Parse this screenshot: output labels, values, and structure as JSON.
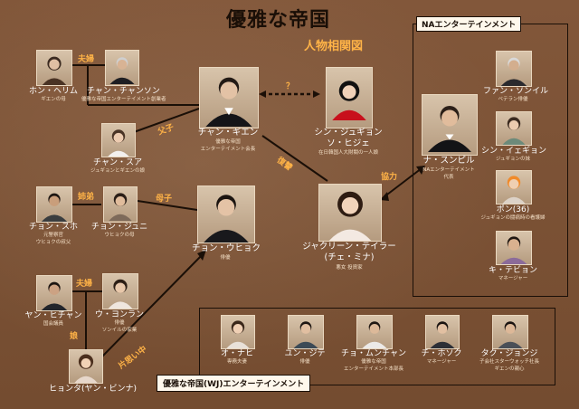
{
  "header": {
    "title": "優雅な帝国",
    "subtitle": "人物相関図"
  },
  "groups": {
    "na": "NAエンターテインメント",
    "wj": "優雅な帝国(WJ)エンターテインメント"
  },
  "relations": {
    "couple_top": "夫婦",
    "father_son": "父子",
    "siblings": "姉弟",
    "mother_son": "母子",
    "couple_bottom": "夫婦",
    "daughter": "娘",
    "one_sided_love": "片思い中",
    "question": "？",
    "revenge": "復讐",
    "cooperation": "協力"
  },
  "people": {
    "hon_heriyumu": {
      "name": "ホン・ヘリム",
      "desc": "ギエンの母"
    },
    "chan_chanson": {
      "name": "チャン・チャンソン",
      "desc": "優雅な帝国エンターテイメント創業者"
    },
    "chan_suaa": {
      "name": "チャン・スア",
      "desc": "ジュギョンとギエンの娘"
    },
    "chan_gien": {
      "name": "チャン・ギエン",
      "desc1": "優雅な帝国",
      "desc2": "エンターテイメント会長"
    },
    "shin_jugyon": {
      "name1": "シン・ジュギョン",
      "name2": "ソ・ヒジェ",
      "desc": "在日韓国人大財閥の一人娘"
    },
    "na_sunpiru": {
      "name": "ナ・スンピル",
      "desc1": "NAエンターテイメント",
      "desc2": "代表"
    },
    "chon_suho": {
      "name": "チョン・スホ",
      "desc1": "元警察官",
      "desc2": "ウヒョクの叔父"
    },
    "chon_juni": {
      "name": "チョン・ジュニ",
      "desc": "ウヒョクの母"
    },
    "chon_uhyoku": {
      "name": "チョン・ウヒョク",
      "desc": "俳優"
    },
    "jacqueline": {
      "name1": "ジャクリーン・テイラー",
      "name2": "(チェ・ミナ)",
      "desc": "悪女 投資家"
    },
    "yan_hichan": {
      "name": "ヤン・ヒチャン",
      "desc": "国会議員"
    },
    "u_yonran": {
      "name": "ウ・ヨンラン",
      "desc1": "俳優",
      "desc2": "ソンイルの家業"
    },
    "hyonta": {
      "name": "ヒョンタ(ヤン・ビンナ)",
      "desc": ""
    },
    "fan_sonil": {
      "name": "ファン・ソンイル",
      "desc": "ベテラン俳優"
    },
    "shin_igyon": {
      "name": "シン・イェギョン",
      "desc": "ジュギョンの妹"
    },
    "pon": {
      "name": "ポン(36)",
      "desc": "ジュギョンの闘病時の看護婦"
    },
    "ki_tebion": {
      "name": "キ・テビョン",
      "desc": "マネージャー"
    },
    "o_hana": {
      "name": "オ・ナヒ",
      "desc": "専務夫妻"
    },
    "yun_jite": {
      "name": "ユン・ジテ",
      "desc": "俳優"
    },
    "cho_munchan": {
      "name": "チョ・ムンチャン",
      "desc1": "優雅な帝国",
      "desc2": "エンターテイメント本部長"
    },
    "che_hozoku": {
      "name": "チ・ホソク",
      "desc": "マネージャー"
    },
    "tak_jonju": {
      "name": "タク・ジョンジ",
      "desc1": "子会社スターウォッチ社長",
      "desc2": "ギエンの親心"
    }
  }
}
